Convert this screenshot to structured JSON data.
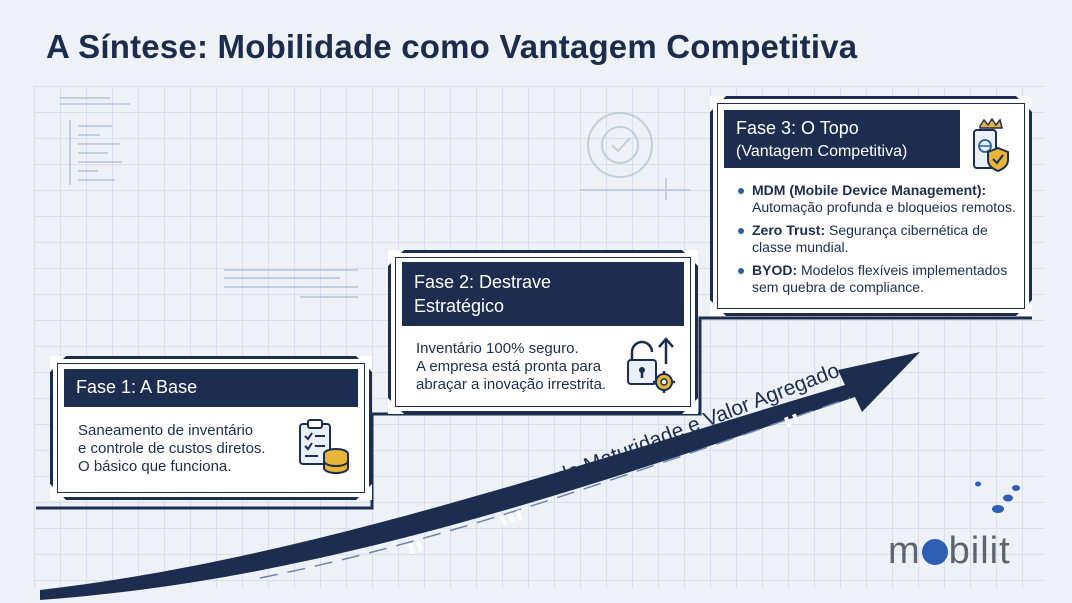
{
  "title": "A Síntese: Mobilidade como Vantagem Competitiva",
  "phases": [
    {
      "header": "Fase 1: A Base",
      "lines": [
        "Saneamento de inventário",
        "e controle de custos diretos.",
        "O básico que funciona."
      ],
      "icon": "clipboard-database-icon"
    },
    {
      "header_lines": [
        "Fase 2: Destrave",
        "Estratégico"
      ],
      "lines": [
        "Inventário 100% seguro.",
        "A empresa está pronta para",
        "abraçar a inovação irrestrita."
      ],
      "icon": "lock-gear-icon"
    },
    {
      "header_lines": [
        "Fase 3: O Topo",
        "(Vantagem Competitiva)"
      ],
      "bullets": [
        {
          "bold": "MDM (Mobile Device Management):",
          "text": "Automação profunda e bloqueios remotos."
        },
        {
          "bold": "Zero Trust:",
          "text": "Segurança cibernética de classe mundial."
        },
        {
          "bold": "BYOD:",
          "text": "Modelos flexíveis implementados sem quebra de compliance."
        }
      ],
      "icon": "mobile-shield-crown-icon"
    }
  ],
  "curve_label": "Curva de Maturidade e Valor Agregado",
  "logo": {
    "before": "m",
    "after": "bilit"
  },
  "colors": {
    "navy": "#1d2d4f",
    "accent": "#2a5fa8",
    "background": "#eef2f7",
    "logo_blue": "#2d5fb4",
    "logo_gray": "#5e6472"
  }
}
